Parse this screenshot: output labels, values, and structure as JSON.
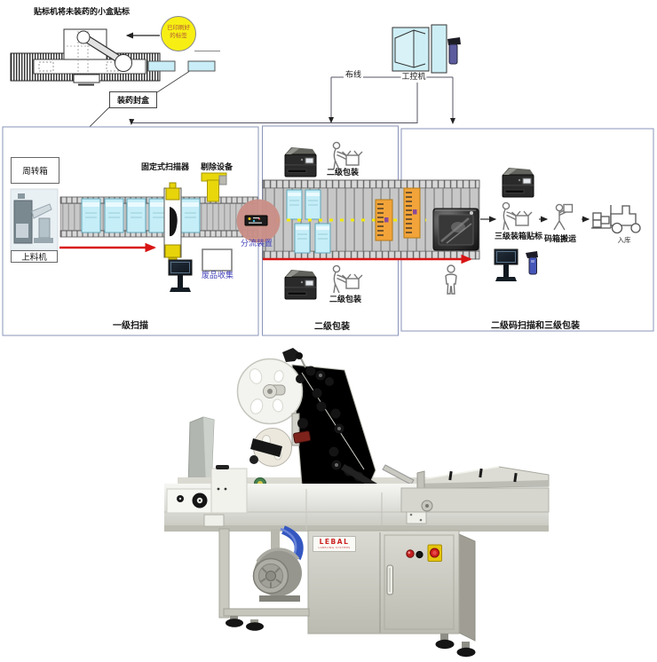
{
  "top": {
    "caption": "贴标机将未装药的小盒贴标",
    "sticker_note": [
      "已印刷好",
      "的标签"
    ],
    "fill_seal_box": "装药封盒",
    "wiring": "布线",
    "ipc": "工控机"
  },
  "scan1": {
    "turnover_box": "周转箱",
    "feeder": "上料机",
    "fixed_scanner": "固定式扫描器",
    "rejector": "剔除设备",
    "diverter": "分流装置",
    "waste": "废品收集",
    "caption": "一级扫描"
  },
  "pack2": {
    "station_top": "二级包装",
    "station_bottom": "二级包装",
    "caption": "二级包装"
  },
  "pack3": {
    "case_labeling": "三级装箱贴标",
    "palletizing": "码箱搬运",
    "warehouse": "入库",
    "caption": "二级码扫描和三级包装"
  },
  "machine": {
    "brand": "LEBAL",
    "brand_sub": "LABELING SYSTEMS"
  },
  "colors": {
    "panel_border": "#8a94ba",
    "carton_cyan": "#c5eef8",
    "case_orange": "#f2a43a",
    "arrow_red": "#d81414",
    "diverter_pink": "#c98e86",
    "note_yellow": "#f7ef13",
    "brand_red": "#cc2222"
  }
}
